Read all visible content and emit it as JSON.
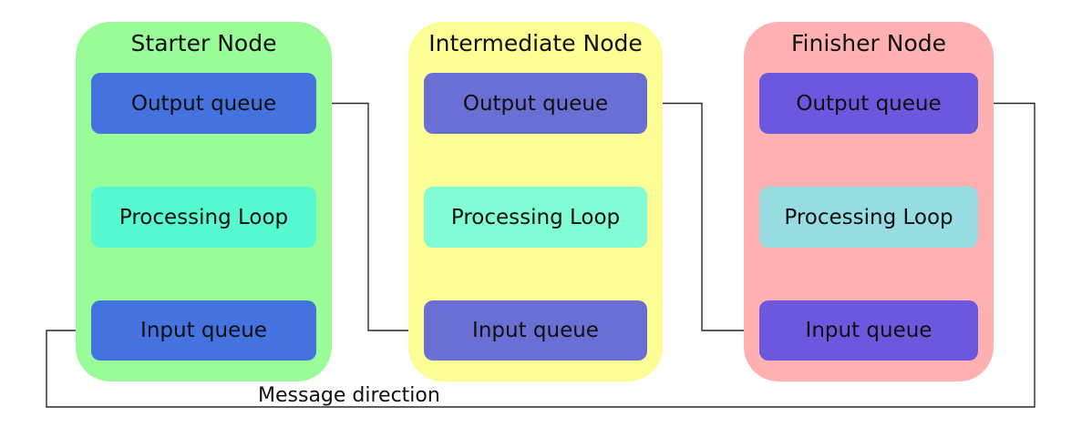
{
  "message_label": "Message direction",
  "line_color": "#2a2a2a",
  "nodes": [
    {
      "title": "Starter Node",
      "bg_color": "#99FC99",
      "queue_color": "#4472DE",
      "loop_color": "#57FAD0",
      "output_label": "Output queue",
      "loop_label": "Processing Loop",
      "input_label": "Input queue"
    },
    {
      "title": "Intermediate Node",
      "bg_color": "#FDFD96",
      "queue_color": "#6A6FD4",
      "loop_color": "#82FCD5",
      "output_label": "Output queue",
      "loop_label": "Processing Loop",
      "input_label": "Input queue"
    },
    {
      "title": "Finisher Node",
      "bg_color": "#FFB1B1",
      "queue_color": "#6C58DE",
      "loop_color": "#96DCE0",
      "output_label": "Output queue",
      "loop_label": "Processing Loop",
      "input_label": "Input queue"
    }
  ]
}
